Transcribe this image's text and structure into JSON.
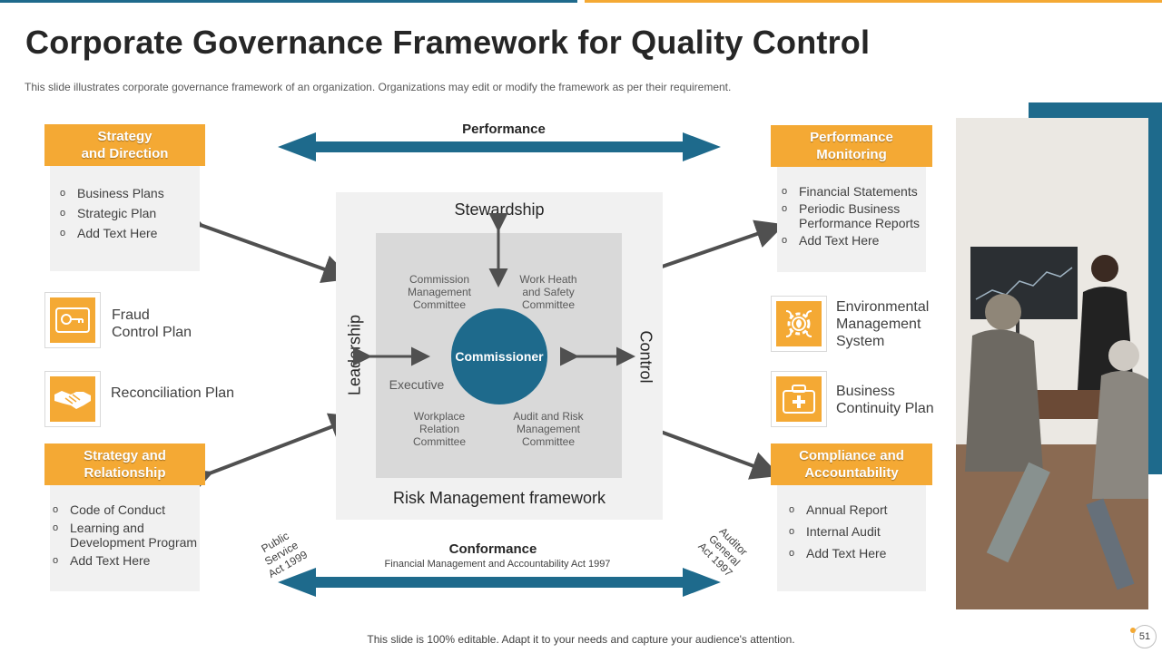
{
  "title": "Corporate Governance Framework for Quality Control",
  "subtitle": "This slide illustrates corporate governance  framework  of an organization. Organizations  may edit or modify the framework  as per their requirement.",
  "colors": {
    "orange": "#f4a934",
    "blue": "#1e6a8c",
    "gray_box": "#f1f1f1"
  },
  "left": {
    "strategy_direction": {
      "title": "Strategy\nand Direction",
      "items": [
        "Business Plans",
        "Strategic Plan",
        "Add Text Here"
      ]
    },
    "fraud": {
      "label": "Fraud\nControl Plan",
      "icon": "key-card-icon"
    },
    "reconciliation": {
      "label": "Reconciliation Plan",
      "icon": "handshake-icon"
    },
    "strategy_relationship": {
      "title": "Strategy and\nRelationship",
      "items": [
        "Code of Conduct",
        "Learning and\nDevelopment Program",
        "Add Text Here"
      ]
    }
  },
  "right": {
    "performance_monitoring": {
      "title": "Performance\nMonitoring",
      "items": [
        "Financial Statements",
        "Periodic Business\nPerformance Reports",
        "Add Text Here"
      ]
    },
    "environmental": {
      "label": "Environmental\nManagement\nSystem",
      "icon": "gear-leaf-icon"
    },
    "continuity": {
      "label": "Business\nContinuity  Plan",
      "icon": "first-aid-kit-icon"
    },
    "compliance": {
      "title": "Compliance and\nAccountability",
      "items": [
        "Annual Report",
        "Internal Audit",
        "Add Text  Here"
      ]
    }
  },
  "center": {
    "performance": "Performance",
    "stewardship": "Stewardship",
    "leadership": "Leadership",
    "control": "Control",
    "commissioner": "Commissioner",
    "commission_committee": "Commission\nManagement\nCommittee",
    "work_health": "Work  Heath\nand Safety\nCommittee",
    "executive": "Executive",
    "workplace": "Workplace\nRelation\nCommittee",
    "audit_risk": "Audit and Risk\nManagement\nCommittee",
    "risk_framework": "Risk Management framework",
    "conformance": "Conformance",
    "conformance_sub": "Financial Management and Accountability Act  1997",
    "public_service": "Public\nService\nAct 1999",
    "auditor_general": "Auditor\nGeneral\nAct 1997"
  },
  "footer": "This slide is 100% editable. Adapt it to your needs and capture your audience's attention.",
  "page_number": "51"
}
